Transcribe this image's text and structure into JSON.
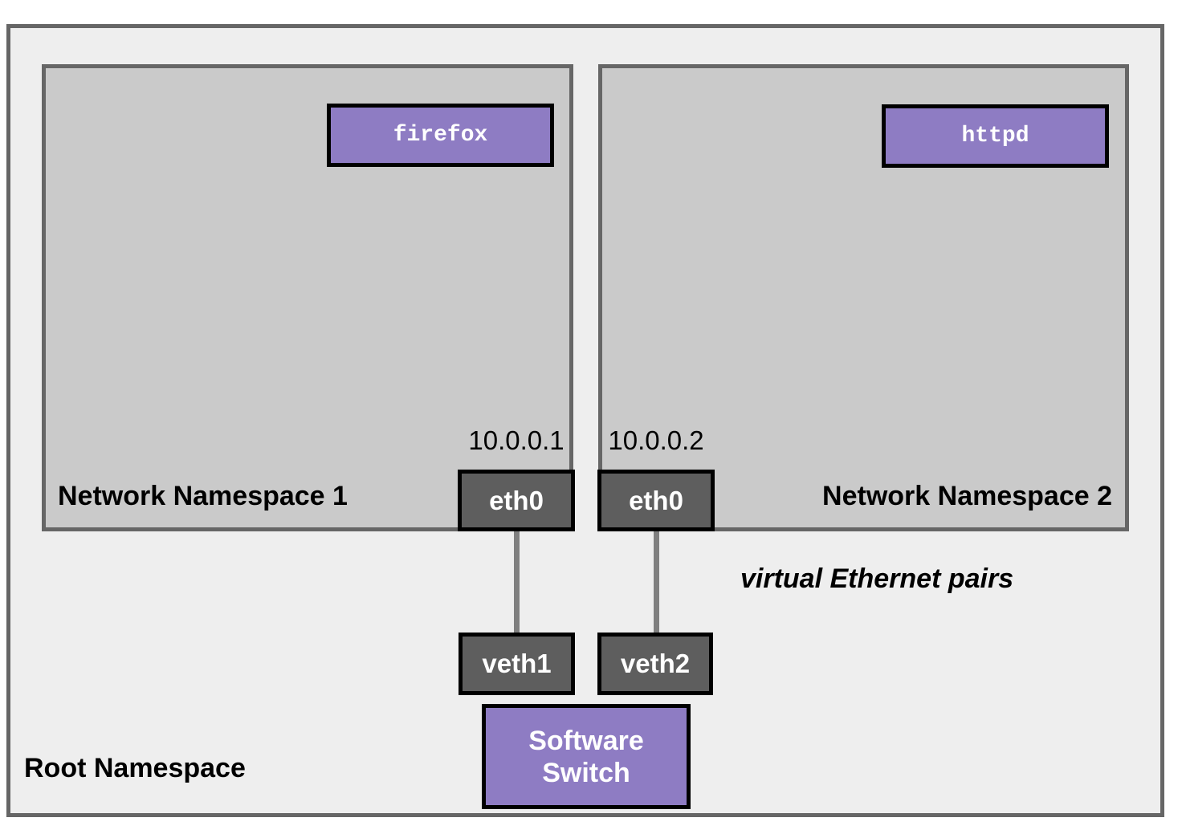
{
  "root_namespace": {
    "label": "Root Namespace"
  },
  "namespaces": [
    {
      "label": "Network Namespace 1",
      "process": "firefox",
      "interface": "eth0",
      "ip": "10.0.0.1",
      "veth": "veth1"
    },
    {
      "label": "Network Namespace 2",
      "process": "httpd",
      "interface": "eth0",
      "ip": "10.0.0.2",
      "veth": "veth2"
    }
  ],
  "software_switch": {
    "label": "Software\nSwitch"
  },
  "annotation": "virtual Ethernet pairs",
  "colors": {
    "process_box": "#8e7cc3",
    "device_box": "#5e5e5e",
    "namespace_fill": "#cacaca",
    "root_fill": "#eeeeee",
    "frame_border": "#666666",
    "box_border": "#000000",
    "connector": "#7f7f7f",
    "text_dark": "#000000",
    "text_light": "#ffffff"
  }
}
